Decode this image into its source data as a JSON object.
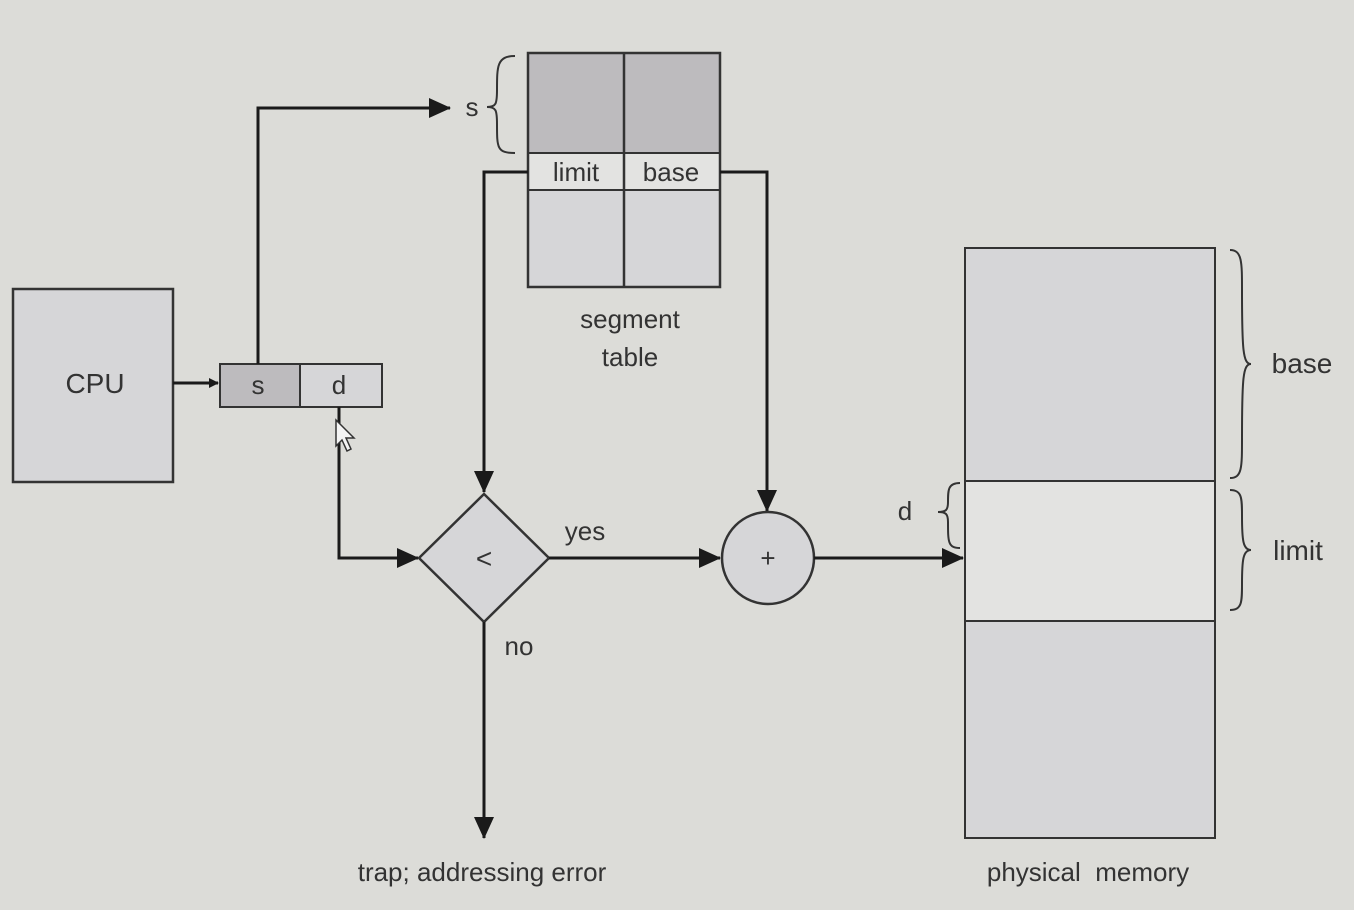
{
  "labels": {
    "cpu": "CPU",
    "addr_s": "s",
    "addr_d": "d",
    "table_s": "s",
    "limit_col": "limit",
    "base_col": "base",
    "segment_table_line1": "segment",
    "segment_table_line2": "table",
    "compare_op": "<",
    "adder_op": "+",
    "yes": "yes",
    "no": "no",
    "trap": "trap; addressing error",
    "physical_memory": "physical  memory",
    "mem_base": "base",
    "mem_limit": "limit",
    "mem_d": "d"
  },
  "colors": {
    "background": "#dcdcd8",
    "dark_fill": "#bdbbbe",
    "light_fill": "#d6d6d8",
    "white_fill": "#e3e3e1",
    "stroke": "#333333"
  }
}
